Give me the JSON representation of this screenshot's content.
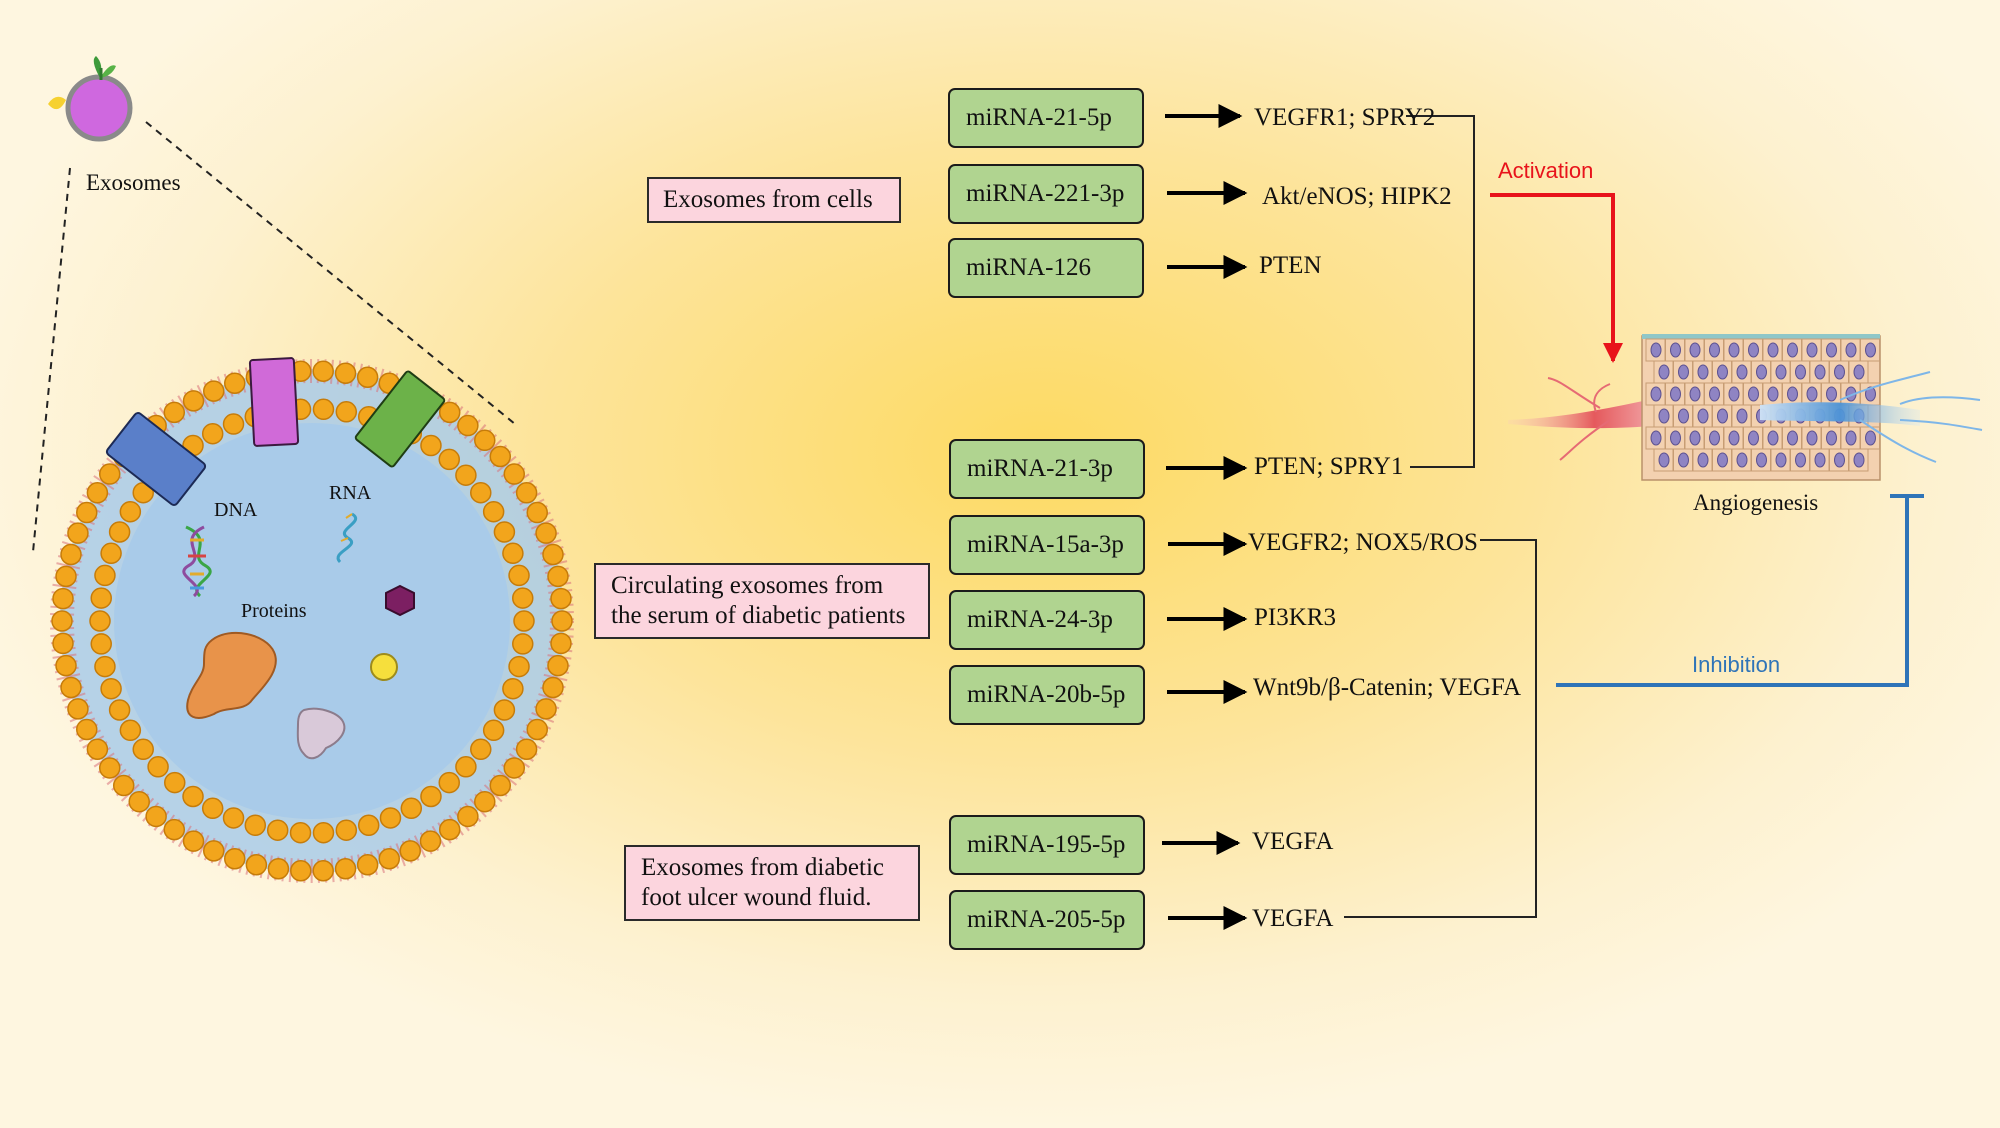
{
  "exosome_label": "Exosomes",
  "cargo": {
    "dna": "DNA",
    "rna": "RNA",
    "proteins": "Proteins"
  },
  "sources": [
    "Exosomes from cells",
    "Circulating  exosomes from the serum of diabetic patients",
    "Exosomes from diabetic foot ulcer wound fluid."
  ],
  "source_lines": [
    [
      "Exosomes from cells"
    ],
    [
      "Circulating  exosomes from",
      "the serum of diabetic patients"
    ],
    [
      "Exosomes from diabetic",
      "foot ulcer wound fluid."
    ]
  ],
  "mirnas": [
    {
      "name": "miRNA-21-5p",
      "target": "VEGFR1; SPRY2"
    },
    {
      "name": "miRNA-221-3p",
      "target": "Akt/eNOS; HIPK2"
    },
    {
      "name": "miRNA-126",
      "target": "PTEN"
    },
    {
      "name": "miRNA-21-3p",
      "target": "PTEN; SPRY1"
    },
    {
      "name": "miRNA-15a-3p",
      "target": "VEGFR2; NOX5/ROS"
    },
    {
      "name": "miRNA-24-3p",
      "target": "PI3KR3"
    },
    {
      "name": "miRNA-20b-5p",
      "target": "Wnt9b/β-Catenin; VEGFA"
    },
    {
      "name": "miRNA-195-5p",
      "target": "VEGFA"
    },
    {
      "name": "miRNA-205-5p",
      "target": "VEGFA"
    }
  ],
  "activation_label": "Activation",
  "inhibition_label": "Inhibition",
  "outcome_label": "Angiogenesis",
  "colors": {
    "activation": "#e8131b",
    "inhibition": "#2f74b8",
    "mirna_box": "#b0d490",
    "source_box": "#fcd5de",
    "membrane_bead": "#f2a51c",
    "lumen": "#a9cbe9"
  }
}
